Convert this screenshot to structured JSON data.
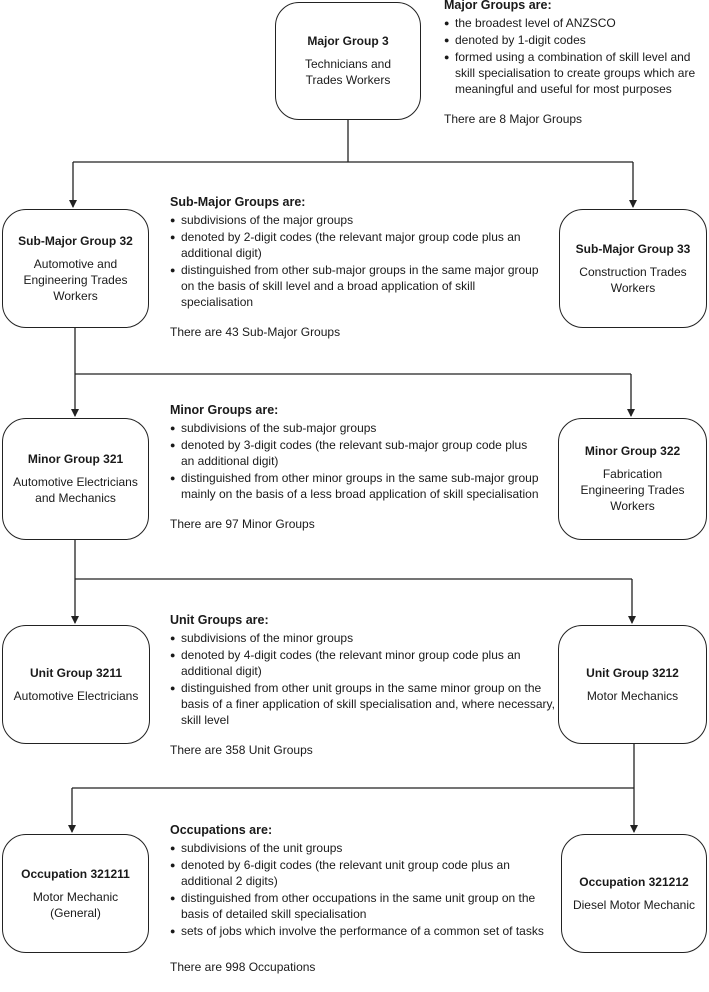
{
  "boxes": {
    "major3": {
      "title": "Major Group 3",
      "subtitle": "Technicians and Trades Workers"
    },
    "sub32": {
      "title": "Sub-Major Group 32",
      "subtitle": "Automotive and Engineering Trades Workers"
    },
    "sub33": {
      "title": "Sub-Major Group 33",
      "subtitle": "Construction Trades Workers"
    },
    "minor321": {
      "title": "Minor Group 321",
      "subtitle": "Automotive Electricians and Mechanics"
    },
    "minor322": {
      "title": "Minor Group 322",
      "subtitle": "Fabrication Engineering Trades Workers"
    },
    "unit3211": {
      "title": "Unit Group 3211",
      "subtitle": "Automotive Electricians"
    },
    "unit3212": {
      "title": "Unit Group 3212",
      "subtitle": "Motor Mechanics"
    },
    "occ321211": {
      "title": "Occupation 321211",
      "subtitle": "Motor Mechanic (General)"
    },
    "occ321212": {
      "title": "Occupation 321212",
      "subtitle": "Diesel Motor Mechanic"
    }
  },
  "descriptions": {
    "major": {
      "heading": "Major Groups are:",
      "items": [
        "the broadest level of ANZSCO",
        "denoted by 1-digit codes",
        "formed using a combination of skill level and skill specialisation to create groups which are meaningful and useful for most purposes"
      ],
      "count": "There are 8 Major Groups"
    },
    "submajor": {
      "heading": "Sub-Major Groups are:",
      "items": [
        "subdivisions of the major groups",
        "denoted by 2-digit codes (the relevant major group code plus an additional digit)",
        "distinguished from other sub-major groups in the same major group on the basis of skill level and a broad application of skill specialisation"
      ],
      "count": "There are 43 Sub-Major Groups"
    },
    "minor": {
      "heading": "Minor Groups are:",
      "items": [
        "subdivisions of the sub-major groups",
        "denoted by 3-digit codes (the relevant sub-major group code plus an additional digit)",
        "distinguished from other minor groups in the same sub-major group mainly on the basis of a less broad application of skill specialisation"
      ],
      "count": "There are 97 Minor Groups"
    },
    "unit": {
      "heading": "Unit Groups are:",
      "items": [
        "subdivisions of the minor groups",
        "denoted by 4-digit codes (the relevant minor group code plus an additional digit)",
        "distinguished from other unit groups in the same minor group on the basis of a finer application of skill specialisation and, where necessary, skill level"
      ],
      "count": "There are 358 Unit Groups"
    },
    "occupation": {
      "heading": "Occupations are:",
      "items": [
        "subdivisions of the unit groups",
        "denoted by 6-digit codes (the relevant unit group code plus an additional 2 digits)",
        "distinguished from other occupations in the same unit group on the basis of detailed skill specialisation",
        "sets of jobs which involve the performance of a common set of tasks"
      ],
      "count": "There are 998 Occupations"
    }
  },
  "bullet_glyph": "●"
}
